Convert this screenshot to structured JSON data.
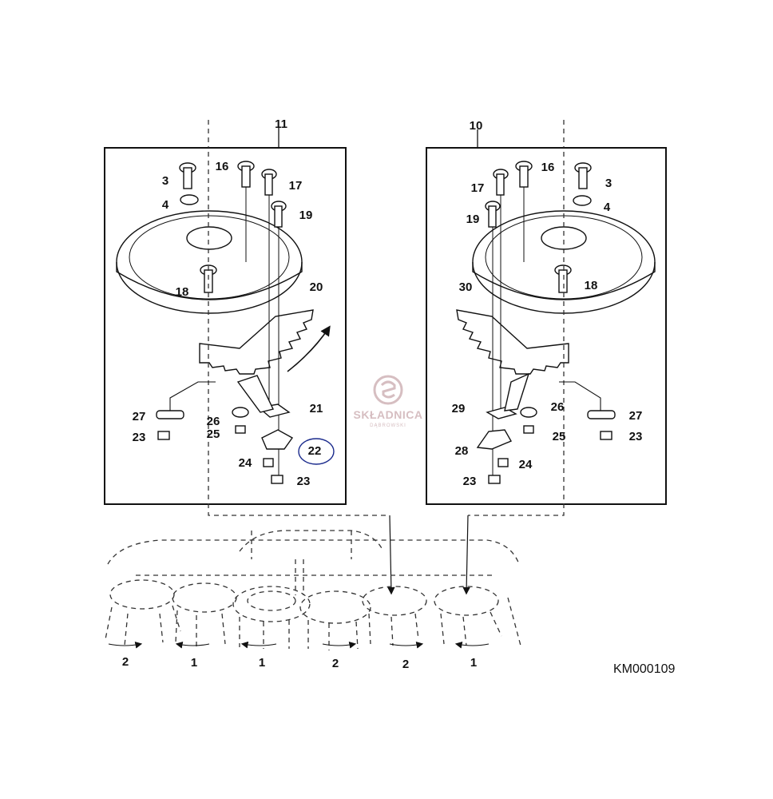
{
  "panels": {
    "left": {
      "number": "11",
      "callouts": {
        "c3": "3",
        "c4": "4",
        "c16": "16",
        "c17": "17",
        "c19": "19",
        "c18": "18",
        "c20": "20",
        "c21": "21",
        "c22": "22",
        "c23a": "23",
        "c23b": "23",
        "c24": "24",
        "c25": "25",
        "c26": "26",
        "c27": "27"
      }
    },
    "right": {
      "number": "10",
      "callouts": {
        "c17": "17",
        "c16": "16",
        "c3": "3",
        "c4": "4",
        "c19": "19",
        "c18": "18",
        "c30": "30",
        "c29": "29",
        "c26": "26",
        "c27": "27",
        "c23a": "23",
        "c25": "25",
        "c28": "28",
        "c24": "24",
        "c23b": "23"
      }
    }
  },
  "rotation_labels": [
    "2",
    "1",
    "1",
    "2",
    "2",
    "1"
  ],
  "figure_code": "KM000109",
  "watermark": {
    "brand": "SKŁADNICA",
    "sub": "DĄBROWSKI"
  },
  "colors": {
    "line": "#111111",
    "highlight_circle": "#1a2a8c",
    "watermark": "#c9a9ad"
  }
}
